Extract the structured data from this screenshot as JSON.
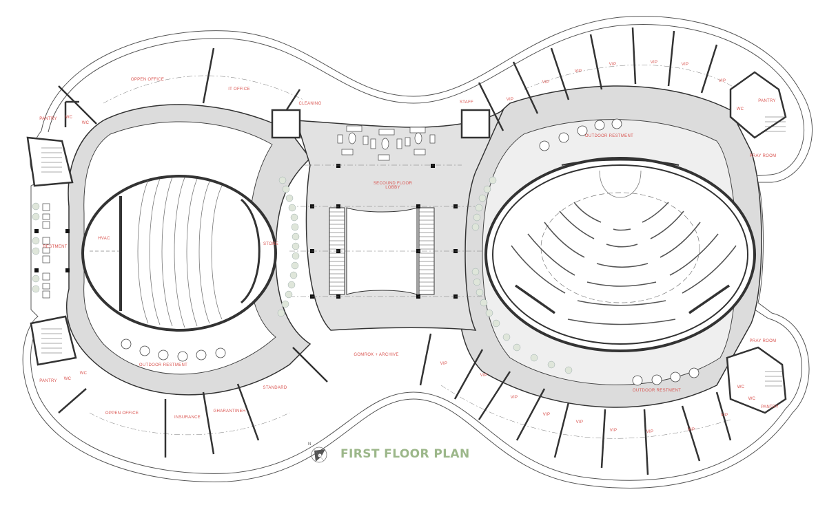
{
  "title": "FIRST FLOOR PLAN",
  "colors": {
    "corridor": "#dcdcdc",
    "lobby": "#e2e2e2",
    "wall": "#333333",
    "label": "#d9534f",
    "title": "#9cb78a",
    "planting": "#dfe6da"
  },
  "north_arrow": {
    "label": "N",
    "icon": "north-arrow-icon"
  },
  "rooms": {
    "pantry_nw": "PANTRY",
    "wc_nw_1": "WC",
    "wc_nw_2": "WC",
    "oppen_office_n": "OPPEN OFFICE",
    "it_office": "IT OFFICE",
    "cleaning": "CLEANING",
    "staff": "STAFF",
    "second_floor_lobby": "SECOUND FLOOR\nLOBBY",
    "vip_n_1": "VIP",
    "vip_n_2": "VIP",
    "vip_n_3": "VIP",
    "vip_n_4": "VIP",
    "vip_n_5": "VIP",
    "vip_n_6": "VIP",
    "vip_n_7": "VIP",
    "wc_ne": "WC",
    "pantry_ne": "PANTRY",
    "pray_room_ne": "PRAY ROOM",
    "outdoor_restment_ne": "OUTDOOR RESTMENT",
    "restment_w": "RESTMENT",
    "hvac": "HVAC",
    "store": "STORE",
    "outdoor_restment_sw": "OUTDOOR RESTMENT",
    "pantry_sw": "PANTRY",
    "wc_sw_1": "WC",
    "wc_sw_2": "WC",
    "oppen_office_s": "OPPEN OFFICE",
    "insurance": "INSURANCE",
    "gharantineh": "GHARANTINEH",
    "standard": "STANDARD",
    "gomrok_archive": "GOMROK + ARCHIVE",
    "vip_s_1": "VIP",
    "vip_s_2": "VIP",
    "vip_s_3": "VIP",
    "vip_s_4": "VIP",
    "vip_s_5": "VIP",
    "vip_s_6": "VIP",
    "vip_s_7": "VIP",
    "vip_s_8": "VIP",
    "outdoor_restment_se": "OUTDOOR RESTMENT",
    "pray_room_se": "PRAY ROOM",
    "wc_se_1": "WC",
    "wc_se_2": "WC",
    "pantry_se": "PANTRY"
  }
}
